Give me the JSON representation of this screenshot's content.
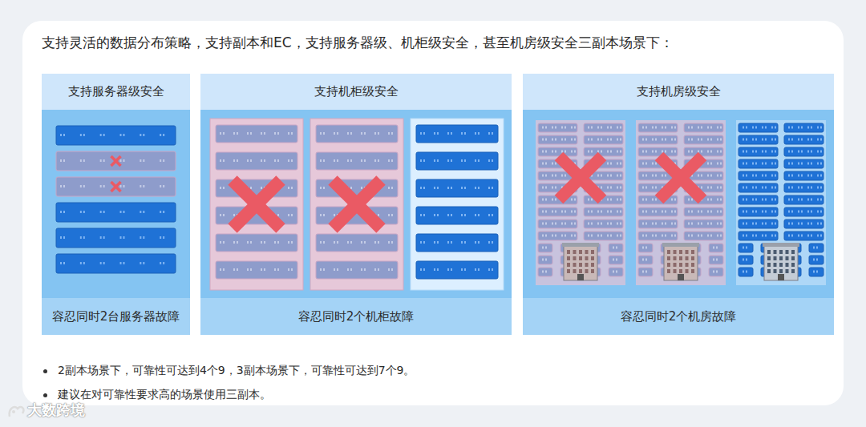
{
  "diagram": {
    "title": "支持灵活的数据分布策略，支持副本和EC，支持服务器级、机柜级安全，甚至机房级安全三副本场景下：",
    "nodes": [
      {
        "text": [
          "支持服务器级安全",
          "容忍同时2台服务器故障"
        ]
      },
      {
        "text": [
          "支持机柜级安全",
          "容忍同时2个机柜故障"
        ]
      },
      {
        "text": [
          "支持机房级安全",
          "容忍同时2个机房故障"
        ]
      }
    ],
    "labels": [
      "2副本场景下，可靠性可达到4个9，3副本场景下，可靠性可达到7个9。",
      "建议在对可靠性要求高的场景使用三副本。",
      "大数跨境"
    ]
  }
}
